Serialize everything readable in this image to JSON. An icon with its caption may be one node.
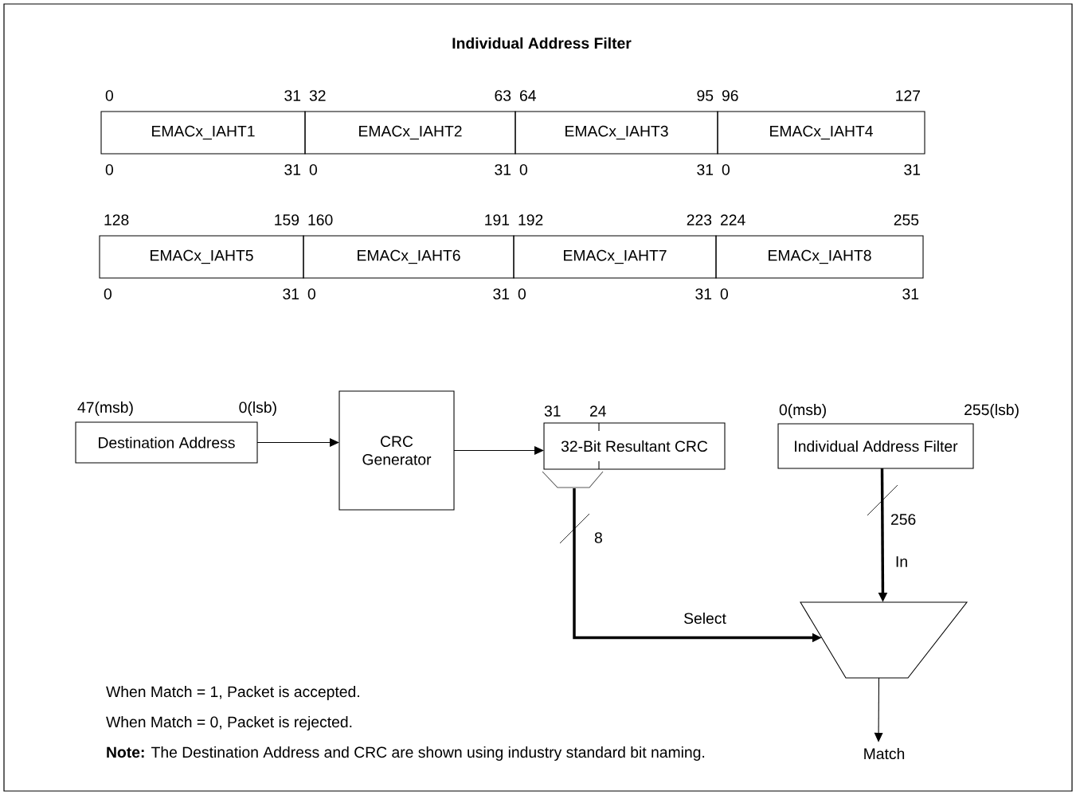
{
  "diagram": {
    "title": "Individual Address Filter",
    "nodes": [
      {
        "text": [
          "EMACx_IAHT1"
        ],
        "beside": [
          "0",
          "31",
          "0",
          "31"
        ]
      },
      {
        "text": [
          "EMACx_IAHT2"
        ],
        "beside": [
          "32",
          "63",
          "0",
          "31"
        ]
      },
      {
        "text": [
          "EMACx_IAHT3"
        ],
        "beside": [
          "64",
          "95",
          "0",
          "31"
        ]
      },
      {
        "text": [
          "EMACx_IAHT4"
        ],
        "beside": [
          "96",
          "127",
          "0",
          "31"
        ]
      },
      {
        "text": [
          "EMACx_IAHT5"
        ],
        "beside": [
          "128",
          "159",
          "0",
          "31"
        ]
      },
      {
        "text": [
          "EMACx_IAHT6"
        ],
        "beside": [
          "160",
          "191",
          "0",
          "31"
        ]
      },
      {
        "text": [
          "EMACx_IAHT7"
        ],
        "beside": [
          "192",
          "223",
          "0",
          "31"
        ]
      },
      {
        "text": [
          "EMACx_IAHT8"
        ],
        "beside": [
          "224",
          "255",
          "0",
          "31"
        ]
      },
      {
        "text": [
          "Destination Address"
        ],
        "beside": [
          "47(msb)",
          "0(lsb)"
        ]
      },
      {
        "text": [
          "CRC Generator"
        ]
      },
      {
        "text": [
          "32-Bit Resultant CRC"
        ],
        "beside": [
          "31",
          "24"
        ]
      },
      {
        "text": [
          "Individual Address Filter"
        ],
        "beside": [
          "0(msb)",
          "255(lsb)"
        ]
      },
      {
        "text": [],
        "shape": "trapezoid"
      },
      {
        "text": [
          "Match"
        ]
      }
    ],
    "edges": [
      {
        "from": 8,
        "to": 9,
        "arrow": "to"
      },
      {
        "from": 9,
        "to": 10,
        "arrow": "to"
      },
      {
        "from": 10,
        "to": 12,
        "arrow": "to",
        "label": "Select",
        "style": "thick"
      },
      {
        "from": 11,
        "to": 12,
        "arrow": "to",
        "label": "In",
        "style": "thick"
      },
      {
        "from": 12,
        "to": 13,
        "arrow": "to"
      }
    ],
    "labels": [
      "8",
      "256",
      "When Match = 1, Packet is accepted.",
      "When Match = 0, Packet is rejected.",
      "**Note:** The Destination Address and CRC are shown using industry standard bit naming."
    ]
  }
}
